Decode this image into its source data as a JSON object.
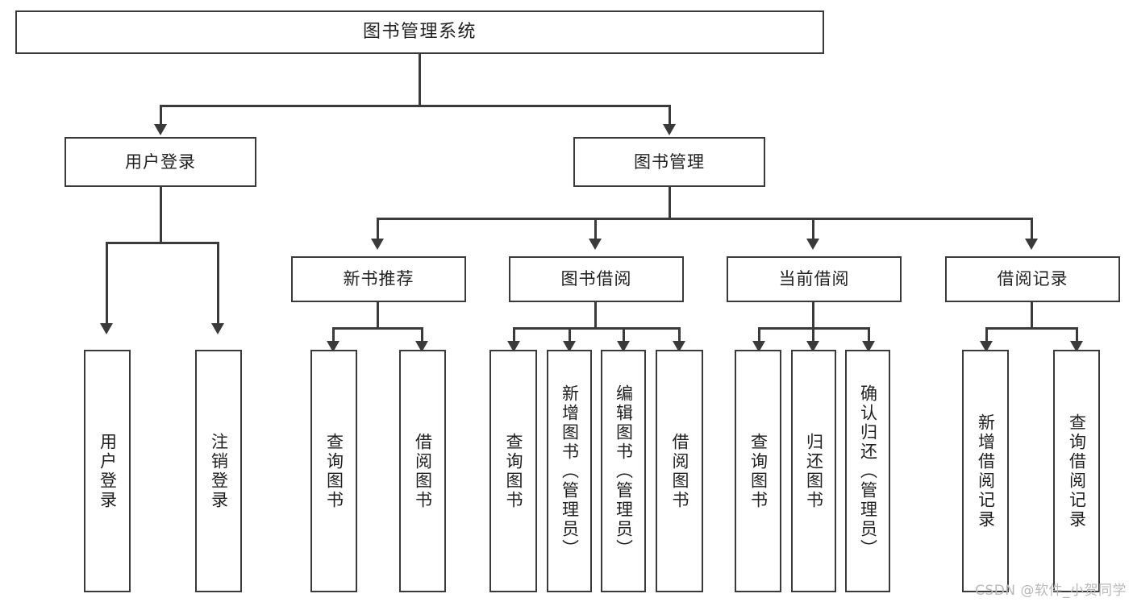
{
  "diagram": {
    "type": "tree",
    "title": "图书管理系统",
    "watermark": "CSDN @软件_小贺同学",
    "colors": {
      "stroke": "#3a3a3a",
      "fill": "#ffffff",
      "text": "#1f1f1f",
      "watermark": "#b9b9b9"
    },
    "levels": {
      "root": "图书管理系统",
      "level2": [
        "用户登录",
        "图书管理"
      ],
      "level3": [
        "新书推荐",
        "图书借阅",
        "当前借阅",
        "借阅记录"
      ]
    },
    "nodes": {
      "root": {
        "label": "图书管理系统"
      },
      "user_login": {
        "label": "用户登录"
      },
      "book_manage": {
        "label": "图书管理"
      },
      "new_book_rec": {
        "label": "新书推荐"
      },
      "book_borrow": {
        "label": "图书借阅"
      },
      "current_borrow": {
        "label": "当前借阅"
      },
      "borrow_record": {
        "label": "借阅记录"
      },
      "leaf_user_login": {
        "label": "用户登录"
      },
      "leaf_user_logout": {
        "label": "注销登录"
      },
      "leaf_query_book_a": {
        "label": "查询图书"
      },
      "leaf_borrow_book_a": {
        "label": "借阅图书"
      },
      "leaf_query_book_b": {
        "label": "查询图书"
      },
      "leaf_add_book": {
        "label": "新增图书（管理员）"
      },
      "leaf_edit_book": {
        "label": "编辑图书（管理员）"
      },
      "leaf_borrow_book_b": {
        "label": "借阅图书"
      },
      "leaf_query_book_c": {
        "label": "查询图书"
      },
      "leaf_return_book": {
        "label": "归还图书"
      },
      "leaf_confirm_return": {
        "label": "确认归还（管理员）"
      },
      "leaf_add_record": {
        "label": "新增借阅记录"
      },
      "leaf_query_record": {
        "label": "查询借阅记录"
      }
    },
    "edges": [
      {
        "from": "root",
        "to": "user_login"
      },
      {
        "from": "root",
        "to": "book_manage"
      },
      {
        "from": "user_login",
        "to": "leaf_user_login"
      },
      {
        "from": "user_login",
        "to": "leaf_user_logout"
      },
      {
        "from": "book_manage",
        "to": "new_book_rec"
      },
      {
        "from": "book_manage",
        "to": "book_borrow"
      },
      {
        "from": "book_manage",
        "to": "current_borrow"
      },
      {
        "from": "book_manage",
        "to": "borrow_record"
      },
      {
        "from": "new_book_rec",
        "to": "leaf_query_book_a"
      },
      {
        "from": "new_book_rec",
        "to": "leaf_borrow_book_a"
      },
      {
        "from": "book_borrow",
        "to": "leaf_query_book_b"
      },
      {
        "from": "book_borrow",
        "to": "leaf_add_book"
      },
      {
        "from": "book_borrow",
        "to": "leaf_edit_book"
      },
      {
        "from": "book_borrow",
        "to": "leaf_borrow_book_b"
      },
      {
        "from": "current_borrow",
        "to": "leaf_query_book_c"
      },
      {
        "from": "current_borrow",
        "to": "leaf_return_book"
      },
      {
        "from": "current_borrow",
        "to": "leaf_confirm_return"
      },
      {
        "from": "borrow_record",
        "to": "leaf_add_record"
      },
      {
        "from": "borrow_record",
        "to": "leaf_query_record"
      }
    ]
  }
}
